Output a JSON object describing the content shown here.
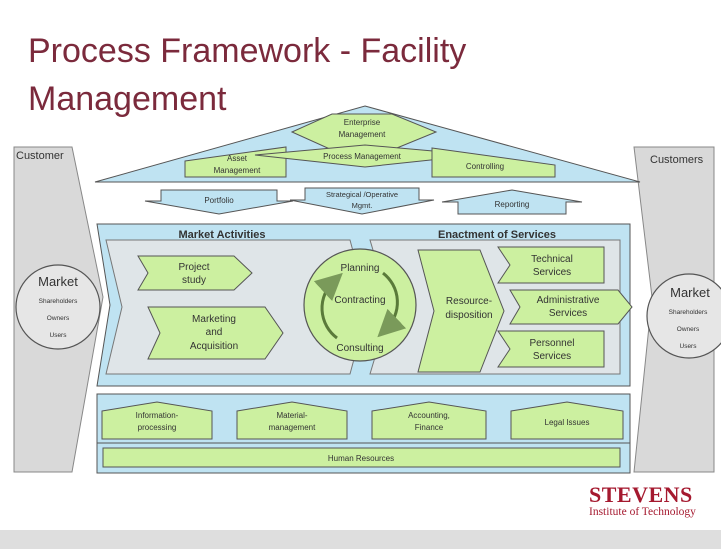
{
  "title_line1": "Process Framework - Facility",
  "title_line2": "Management",
  "customer_left": "Customer",
  "customers_right": "Customers",
  "market_left": {
    "label": "Market",
    "items": [
      "Shareholders",
      "Owners",
      "Users"
    ]
  },
  "market_right": {
    "label": "Market",
    "items": [
      "Shareholders",
      "Owners",
      "Users"
    ]
  },
  "roof": {
    "enterprise": [
      "Enterprise",
      "Management"
    ],
    "asset": [
      "Asset",
      "Management"
    ],
    "process": "Process Management",
    "controlling": "Controlling"
  },
  "arrows": {
    "portfolio": "Portfolio",
    "strategical": [
      "Strategical /Operative",
      "Mgmt."
    ],
    "reporting": "Reporting"
  },
  "market_activities": {
    "header": "Market Activities",
    "project": [
      "Project",
      "study"
    ],
    "marketing": [
      "Marketing",
      "and",
      "Acquisition"
    ]
  },
  "cycle": {
    "planning": "Planning",
    "contracting": "Contracting",
    "consulting": "Consulting"
  },
  "services": {
    "header": "Enactment of Services",
    "resource": [
      "Resource-",
      "disposition"
    ],
    "technical": [
      "Technical",
      "Services"
    ],
    "administrative": [
      "Administrative",
      "Services"
    ],
    "personnel": [
      "Personnel",
      "Services"
    ]
  },
  "support": {
    "information": [
      "Information-",
      "processing"
    ],
    "material": [
      "Material-",
      "management"
    ],
    "accounting": [
      "Accounting,",
      "Finance"
    ],
    "legal": "Legal Issues",
    "human_resources": "Human Resources"
  },
  "logo": {
    "name": "STEVENS",
    "subtitle": "Institute of Technology"
  },
  "colors": {
    "title": "#7b2a3c",
    "green": "#ccf0a0",
    "blue": "#bfe3f2",
    "grey": "#d9d9d9",
    "logo": "#a5192f"
  }
}
